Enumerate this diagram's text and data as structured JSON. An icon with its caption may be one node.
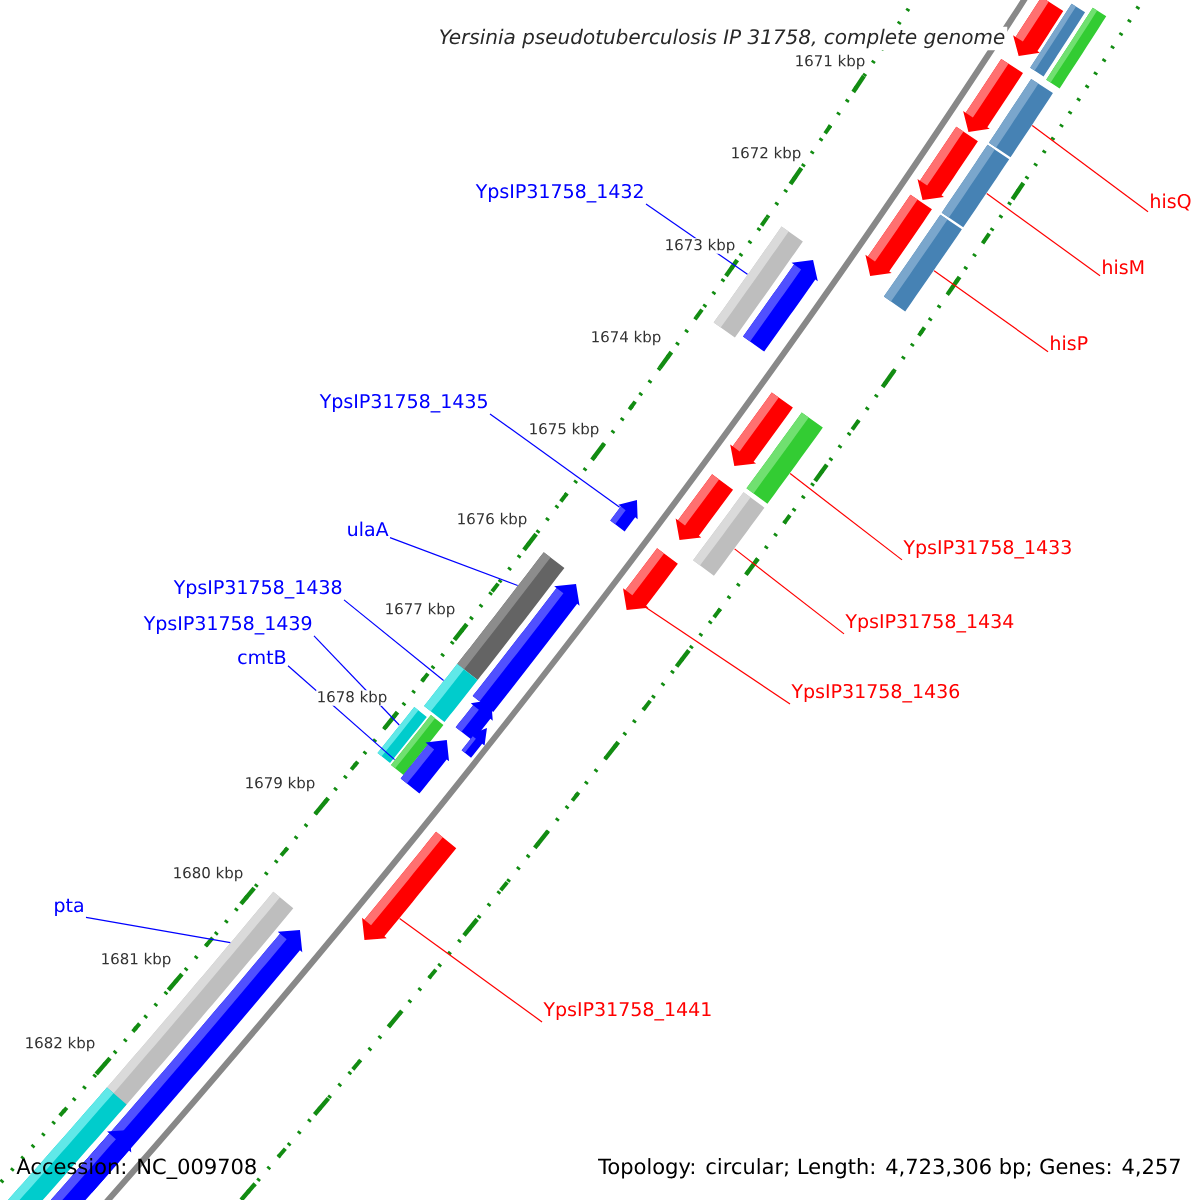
{
  "diagram": {
    "title": "Yersinia pseudotuberculosis IP 31758, complete genome",
    "nodes": [
      {
        "text": [
          "YpsIP31758_1432"
        ]
      },
      {
        "text": [
          "hisQ"
        ]
      },
      {
        "text": [
          "hisM"
        ]
      },
      {
        "text": [
          "hisP"
        ]
      },
      {
        "text": [
          "YpsIP31758_1435"
        ]
      },
      {
        "text": [
          "ulaA"
        ]
      },
      {
        "text": [
          "YpsIP31758_1433"
        ]
      },
      {
        "text": [
          "YpsIP31758_1438"
        ]
      },
      {
        "text": [
          "YpsIP31758_1439"
        ]
      },
      {
        "text": [
          "YpsIP31758_1434"
        ]
      },
      {
        "text": [
          "cmtB"
        ]
      },
      {
        "text": [
          "YpsIP31758_1436"
        ]
      },
      {
        "text": [
          "pta"
        ]
      },
      {
        "text": [
          "YpsIP31758_1441"
        ]
      },
      {
        "text": [],
        "shape": "pentagon"
      },
      {
        "text": [],
        "shape": "bar"
      },
      {
        "text": [],
        "shape": "bar"
      },
      {
        "text": [],
        "shape": "pentagon"
      },
      {
        "text": [],
        "shape": "bar"
      },
      {
        "text": [],
        "shape": "pentagon"
      },
      {
        "text": [],
        "shape": "bar"
      },
      {
        "text": [],
        "shape": "pentagon"
      },
      {
        "text": [],
        "shape": "bar"
      },
      {
        "text": [],
        "shape": "bar"
      },
      {
        "text": [],
        "shape": "pentagon"
      },
      {
        "text": [],
        "shape": "pentagon"
      },
      {
        "text": [],
        "shape": "bar"
      },
      {
        "text": [],
        "shape": "pentagon"
      },
      {
        "text": [],
        "shape": "pentagon"
      },
      {
        "text": [],
        "shape": "bar"
      },
      {
        "text": [],
        "shape": "pentagon"
      },
      {
        "text": [],
        "shape": "bar"
      },
      {
        "text": [],
        "shape": "pentagon"
      },
      {
        "text": [],
        "shape": "bar"
      },
      {
        "text": [],
        "shape": "pentagon"
      },
      {
        "text": [],
        "shape": "bar"
      },
      {
        "text": [],
        "shape": "bar"
      },
      {
        "text": [],
        "shape": "pentagon"
      },
      {
        "text": [],
        "shape": "pentagon"
      },
      {
        "text": [],
        "shape": "pentagon"
      },
      {
        "text": [],
        "shape": "bar"
      },
      {
        "text": [],
        "shape": "pentagon"
      },
      {
        "text": [],
        "shape": "bar"
      },
      {
        "text": [],
        "shape": "pentagon"
      }
    ],
    "edges": [
      {
        "from": 0,
        "to": 23,
        "arrow": "none",
        "color": "#0000ff"
      },
      {
        "from": 1,
        "to": 18,
        "arrow": "none",
        "color": "#ff0000"
      },
      {
        "from": 2,
        "to": 20,
        "arrow": "none",
        "color": "#ff0000"
      },
      {
        "from": 3,
        "to": 22,
        "arrow": "none",
        "color": "#ff0000"
      },
      {
        "from": 4,
        "to": 28,
        "arrow": "none",
        "color": "#0000ff"
      },
      {
        "from": 5,
        "to": 31,
        "arrow": "none",
        "color": "#0000ff"
      },
      {
        "from": 6,
        "to": 26,
        "arrow": "none",
        "color": "#ff0000"
      },
      {
        "from": 7,
        "to": 33,
        "arrow": "none",
        "color": "#0000ff"
      },
      {
        "from": 8,
        "to": 35,
        "arrow": "none",
        "color": "#0000ff"
      },
      {
        "from": 9,
        "to": 29,
        "arrow": "none",
        "color": "#ff0000"
      },
      {
        "from": 10,
        "to": 36,
        "arrow": "none",
        "color": "#0000ff"
      },
      {
        "from": 11,
        "to": 30,
        "arrow": "none",
        "color": "#ff0000"
      },
      {
        "from": 12,
        "to": 40,
        "arrow": "none",
        "color": "#0000ff"
      },
      {
        "from": 13,
        "to": 39,
        "arrow": "none",
        "color": "#ff0000"
      }
    ],
    "labels": [
      "1671 kbp",
      "1672 kbp",
      "1673 kbp",
      "1674 kbp",
      "1675 kbp",
      "1676 kbp",
      "1677 kbp",
      "1678 kbp",
      "1679 kbp",
      "1680 kbp",
      "1681 kbp",
      "1682 kbp",
      "Accession: NC_009708",
      "Topology: circular; Length: 4,723,306 bp; Genes: 4,257"
    ]
  }
}
